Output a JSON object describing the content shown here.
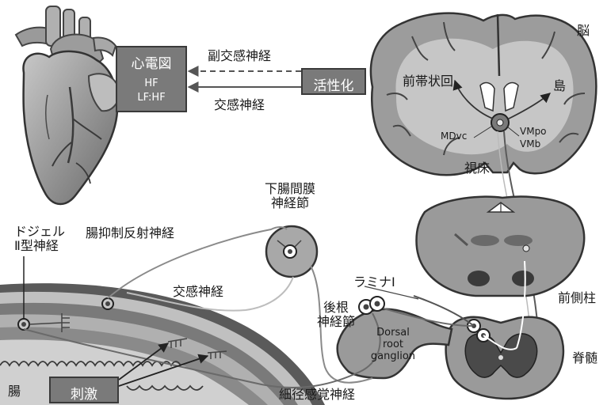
{
  "labels": {
    "ecg_title": "心電図",
    "hf": "HF",
    "lf_hf": "LF:HF",
    "parasympathetic": "副交感神経",
    "sympathetic_top": "交感神経",
    "activation": "活性化",
    "brain": "脳",
    "anterior_cingulate": "前帯状回",
    "insula": "島",
    "mdvc": "MDvc",
    "vmpo": "VMpo",
    "vmb": "VMb",
    "thalamus": "視床",
    "inferior_mesenteric_ganglion": "下腸間膜\n神経節",
    "intestinofugal_reflex": "腸抑制反射神経",
    "dogiel_type2": "ドジェル\nⅡ型神経",
    "sympathetic_mid": "交感神経",
    "lamina1": "ラミナⅠ",
    "anterolateral_column": "前側柱",
    "dorsal_root_ganglion_jp": "後根\n神経節",
    "dorsal_root_ganglion_en": "Dorsal\nroot\nganglion",
    "spinal_cord": "脊髄",
    "intestine": "腸",
    "stimulus": "刺激",
    "thin_sensory_nerve": "細径感覚神経"
  },
  "colors": {
    "organ_fill": "#a6a6a6",
    "organ_dark": "#5e5e5e",
    "box_fill": "#7a7a7a",
    "nerve_line": "#8a8a8a"
  }
}
